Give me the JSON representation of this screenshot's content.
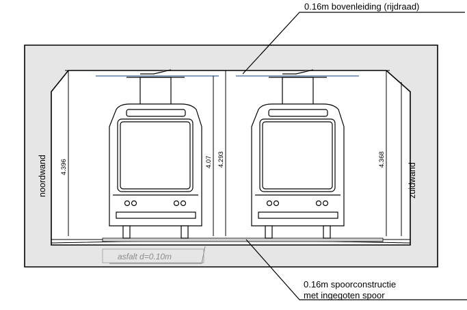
{
  "labels": {
    "overhead": "0.16m bovenleiding (rijdraad)",
    "track_line1": "0.16m spoorconstructie",
    "track_line2": "met ingegoten spoor",
    "asphalt": "asfalt d=0.10m",
    "north_wall": "noordwand",
    "south_wall": "zuidwand"
  },
  "dimensions": {
    "left_wall_height": "4.396",
    "left_tram_clearance": "4.07",
    "center_height": "4.293",
    "right_wall_height": "4.368"
  },
  "colors": {
    "concrete_fill": "#e6e6e6",
    "line": "#000000",
    "wire": "#5b7fa6",
    "asphalt_label": "#8a8a8a"
  }
}
